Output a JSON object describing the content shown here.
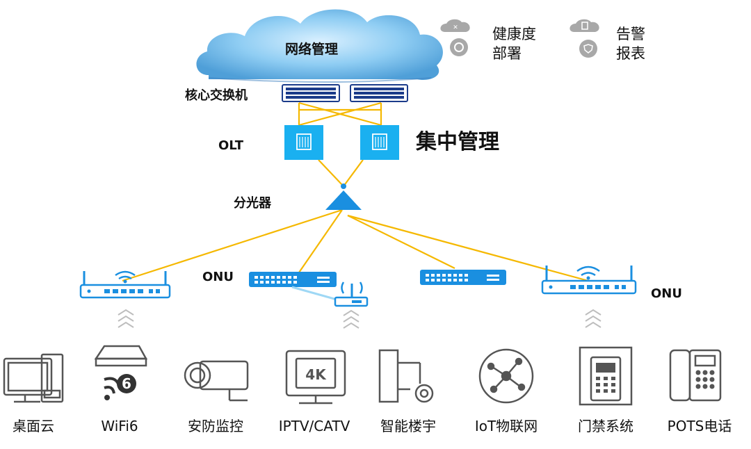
{
  "cloud_label": "网络管理",
  "legend": [
    {
      "line1": "健康度",
      "line2": "部署",
      "icon": "health-deploy-icon"
    },
    {
      "line1": "告警",
      "line2": "报表",
      "icon": "alarm-report-icon"
    }
  ],
  "tiers": {
    "core": "核心交换机",
    "olt": "OLT",
    "splitter": "分光器",
    "onu_left": "ONU",
    "onu_right": "ONU"
  },
  "headline": "集中管理",
  "terminals": [
    {
      "label": "桌面云",
      "icon": "desktop-computer-icon"
    },
    {
      "label": "WiFi6",
      "icon": "wifi6-access-point-icon"
    },
    {
      "label": "安防监控",
      "icon": "security-camera-icon"
    },
    {
      "label": "IPTV/CATV",
      "icon": "tv-4k-icon",
      "screen_text": "4K"
    },
    {
      "label": "智能楼宇",
      "icon": "smart-building-icon"
    },
    {
      "label": "IoT物联网",
      "icon": "iot-network-icon"
    },
    {
      "label": "门禁系统",
      "icon": "access-control-icon"
    },
    {
      "label": "POTS电话",
      "icon": "desk-phone-icon"
    }
  ],
  "colors": {
    "link": "#f5b800",
    "device_blue": "#1a8fe0",
    "olt_cyan": "#1ab0f0",
    "cloud": "#7fc4ef",
    "icon_gray": "#555555",
    "legend_gray": "#9a9a9a"
  }
}
